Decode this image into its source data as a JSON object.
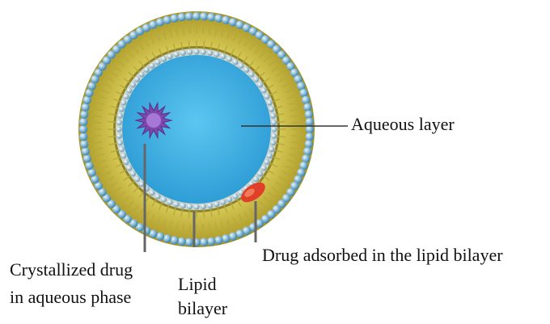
{
  "labels": {
    "aqueous_layer": "Aqueous layer",
    "drug_adsorbed": "Drug adsorbed in the lipid bilayer",
    "crystallized_line1": "Crystallized drug",
    "crystallized_line2": "in aqueous phase",
    "lipid_line1": "Lipid",
    "lipid_line2": "bilayer"
  },
  "colors": {
    "aqueous_core": "#44b4e6",
    "lipid_tails": "#c8b83a",
    "lipid_heads": "#5aa6c8",
    "crystal_drug": "#8a54b8",
    "adsorbed_drug": "#e0402a",
    "pointer_lines": "#555555"
  }
}
